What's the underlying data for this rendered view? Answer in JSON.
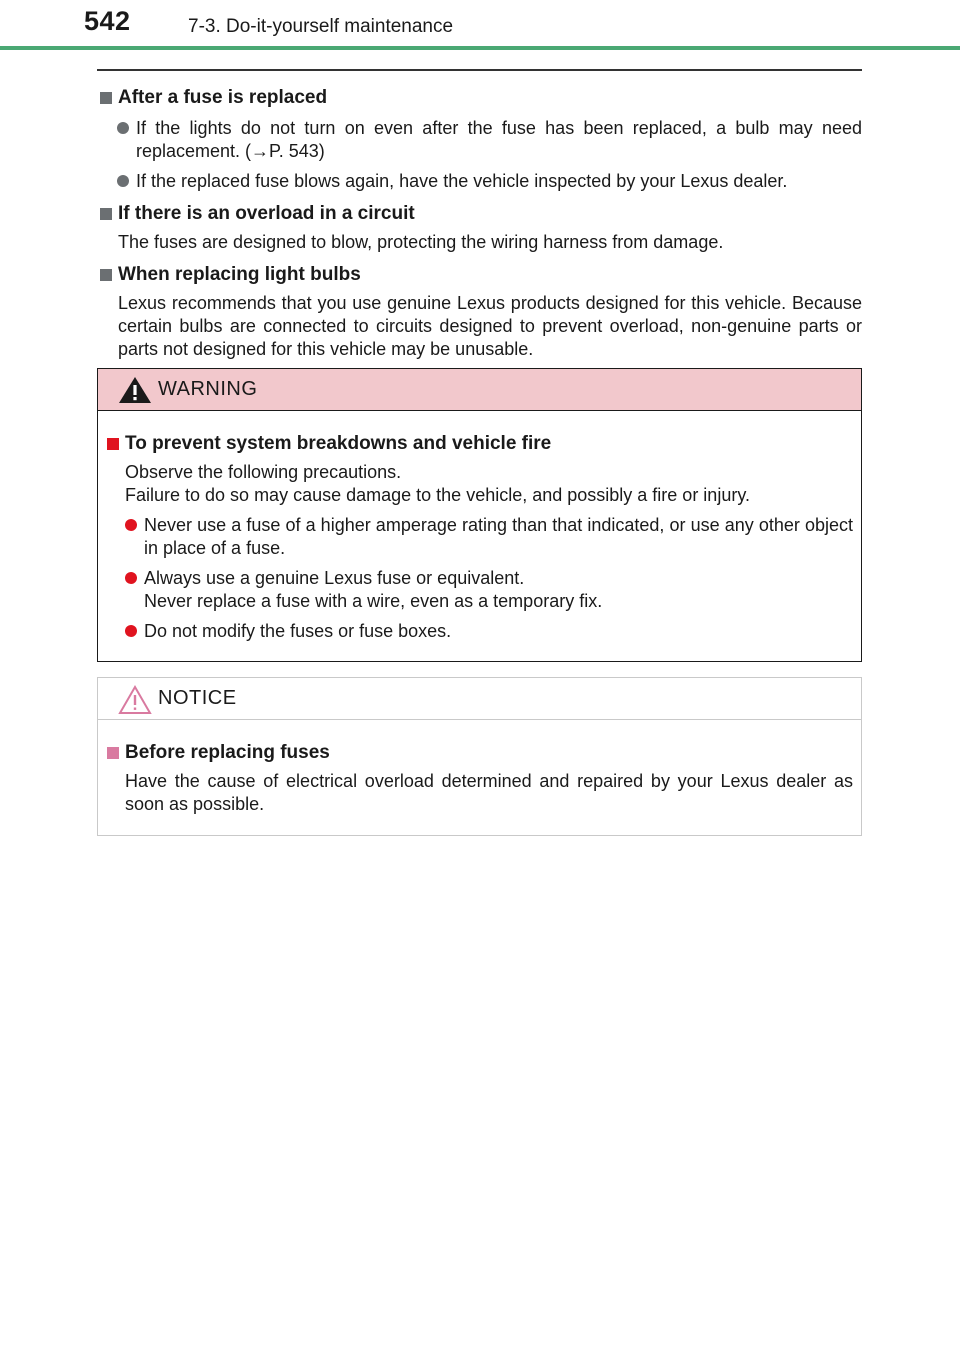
{
  "header": {
    "page_number": "542",
    "section": "7-3. Do-it-yourself maintenance"
  },
  "sections": {
    "after_fuse": {
      "title": "After a fuse is replaced",
      "bullets": [
        "If the lights do not turn on even after the fuse has been replaced, a bulb may need replacement. (→P. 543)",
        "If the replaced fuse blows again, have the vehicle inspected by your Lexus dealer."
      ]
    },
    "overload": {
      "title": "If there is an overload in a circuit",
      "text": "The fuses are designed to blow, protecting the wiring harness from damage."
    },
    "bulbs": {
      "title": "When replacing light bulbs",
      "text": "Lexus recommends that you use genuine Lexus products designed for this vehicle. Because certain bulbs are connected to circuits designed to prevent overload, non-genuine parts or parts not designed for this vehicle may be unusable."
    }
  },
  "warning": {
    "label": "WARNING",
    "title": "To prevent system breakdowns and vehicle fire",
    "intro_1": "Observe the following precautions.",
    "intro_2": "Failure to do so may cause damage to the vehicle, and possibly a fire or injury.",
    "bullets": [
      "Never use a fuse of a higher amperage rating than that indicated, or use any other object in place of a fuse.",
      "Always use a genuine Lexus fuse or equivalent.",
      "Never replace a fuse with a wire, even as a temporary fix.",
      "Do not modify the fuses or fuse boxes."
    ]
  },
  "notice": {
    "label": "NOTICE",
    "title": "Before replacing fuses",
    "text": "Have the cause of electrical overload determined and repaired by your Lexus dealer as soon as possible."
  },
  "colors": {
    "accent_green": "#4aa873",
    "warning_header": "#f2c8cc",
    "warning_red": "#e0131f",
    "notice_pink": "#d97aa0"
  }
}
